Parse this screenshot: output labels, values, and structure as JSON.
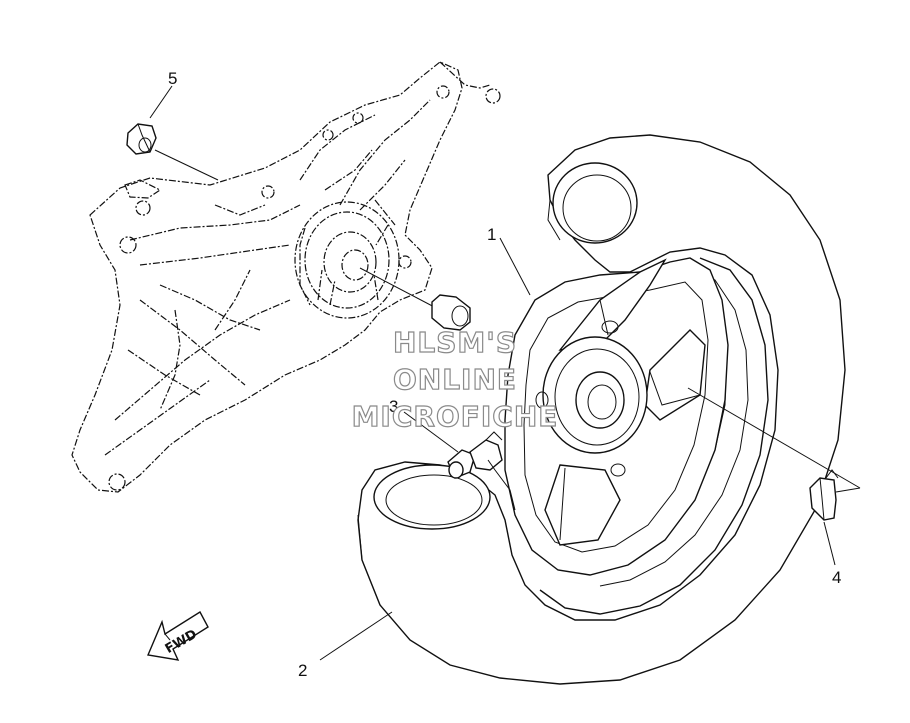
{
  "labels": {
    "part_1": "1",
    "part_2": "2",
    "part_3": "3",
    "part_4": "4",
    "part_5": "5"
  },
  "watermark": {
    "line1": "HLSM'S",
    "line2": "ONLINE",
    "line3": "MICROFICHE"
  },
  "direction_arrow": {
    "text": "FWD",
    "icon": "fwd-arrow-icon"
  }
}
